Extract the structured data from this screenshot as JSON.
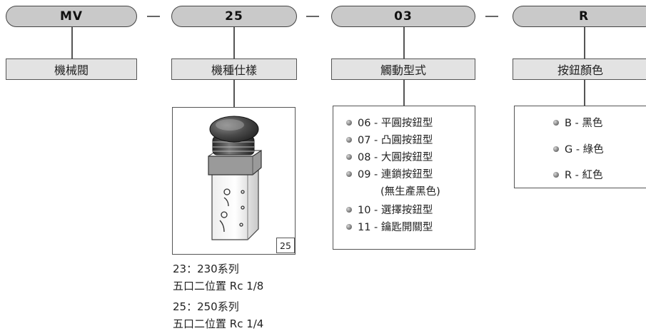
{
  "codes": [
    "MV",
    "25",
    "03",
    "R"
  ],
  "labels": [
    "機械閥",
    "機種仕樣",
    "觸動型式",
    "按鈕顏色"
  ],
  "image_badge": "25",
  "model_notes": [
    "23：230系列",
    "五口二位置  Rc 1/8",
    "25：250系列",
    "五口二位置  Rc 1/4"
  ],
  "actuation_options": [
    "06 - 平圓按鈕型",
    "07 - 凸圓按鈕型",
    "08 - 大圓按鈕型",
    "09 - 連鎖按鈕型",
    "(無生產黑色)",
    "10 - 選擇按鈕型",
    "11 - 鑰匙開關型"
  ],
  "color_options": [
    "B - 黑色",
    "G - 綠色",
    "R - 紅色"
  ]
}
